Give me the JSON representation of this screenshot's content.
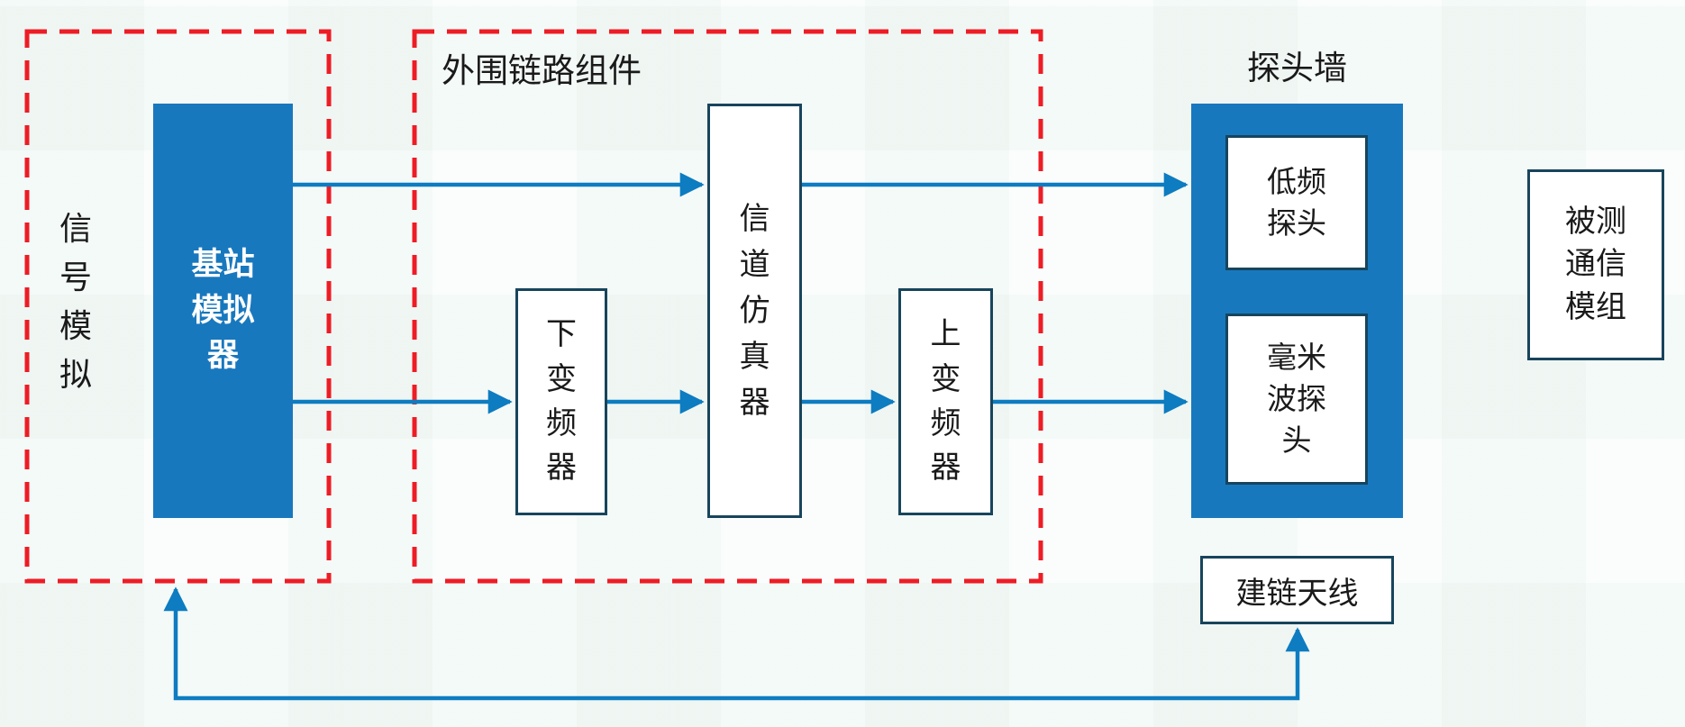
{
  "diagram": {
    "colors": {
      "box_blue": "#1878be",
      "box_border": "#17455c",
      "dashed_red": "#ee1c25",
      "arrow_blue": "#0d7cc1",
      "text_dark": "#1a1a1a",
      "text_light": "#ffffff"
    },
    "groups": {
      "signal_sim": {
        "label": "信\n号\n模\n拟"
      },
      "peripheral": {
        "label": "外围链路组件"
      }
    },
    "nodes": {
      "base_station": {
        "label": "基站\n模拟\n器"
      },
      "down_converter": {
        "label": "下\n变\n频\n器"
      },
      "channel_emulator": {
        "label": "信\n道\n仿\n真\n器"
      },
      "up_converter": {
        "label": "上\n变\n频\n器"
      },
      "probe_wall": {
        "title": "探头墙"
      },
      "low_freq_probe": {
        "label": "低频\n探头"
      },
      "mmwave_probe": {
        "label": "毫米\n波探\n头"
      },
      "link_antenna": {
        "label": "建链天线"
      },
      "dut": {
        "label": "被测\n通信\n模组"
      }
    }
  }
}
